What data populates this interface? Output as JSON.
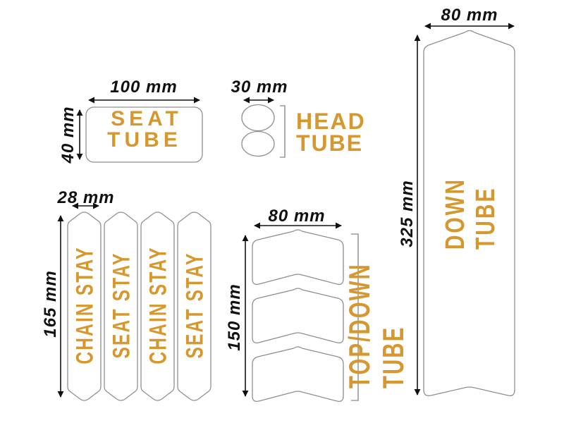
{
  "colors": {
    "accent": "#D6982E",
    "outline": "#8F8F8F",
    "dimension": "#111111",
    "bracket": "#9A9A9A",
    "background": "#FFFFFF"
  },
  "stickers": {
    "seat_tube": {
      "label": "SEAT\nTUBE",
      "width": "100 mm",
      "height": "40 mm"
    },
    "head_tube": {
      "label": "HEAD\nTUBE",
      "width": "30 mm"
    },
    "down_tube": {
      "label": "DOWN TUBE",
      "width": "80 mm",
      "height": "325 mm"
    },
    "chain_seat_stays": {
      "width": "28 mm",
      "height": "165 mm",
      "strips": [
        "CHAIN STAY",
        "SEAT STAY",
        "CHAIN STAY",
        "SEAT STAY"
      ]
    },
    "top_down_tube": {
      "label": "TOP/DOWN TUBE",
      "width": "80 mm",
      "height": "150 mm"
    }
  }
}
